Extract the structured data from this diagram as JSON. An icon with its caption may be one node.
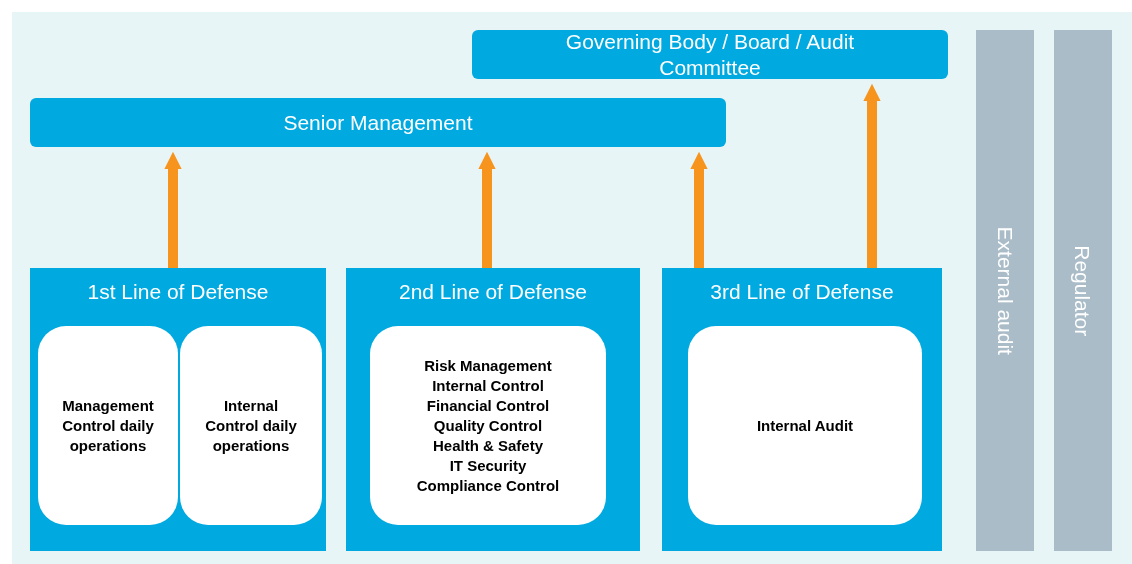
{
  "diagram": {
    "nodes": [
      {
        "text": [
          "Governing Body / Board / Audit Committee"
        ]
      },
      {
        "text": [
          "Senior Management"
        ]
      },
      {
        "text": [
          "1st Line of Defense"
        ]
      },
      {
        "text": [
          "Management Control daily operations"
        ],
        "in": 2
      },
      {
        "text": [
          "Internal Control daily operations"
        ],
        "in": 2
      },
      {
        "text": [
          "2nd Line of Defense"
        ]
      },
      {
        "text": [
          "Risk Management",
          "Internal Control",
          "Financial Control",
          "Quality Control",
          "Health & Safety",
          "IT Security",
          "Compliance Control"
        ],
        "in": 5
      },
      {
        "text": [
          "3rd Line of Defense"
        ]
      },
      {
        "text": [
          "Internal Audit"
        ],
        "in": 7
      },
      {
        "text": [
          "External audit"
        ]
      },
      {
        "text": [
          "Regulator"
        ]
      }
    ],
    "edges": [
      {
        "from": 2,
        "to": 1,
        "arrow": "to"
      },
      {
        "from": 5,
        "to": 1,
        "arrow": "to"
      },
      {
        "from": 7,
        "to": 1,
        "arrow": "to"
      },
      {
        "from": 7,
        "to": 0,
        "arrow": "to"
      }
    ]
  }
}
